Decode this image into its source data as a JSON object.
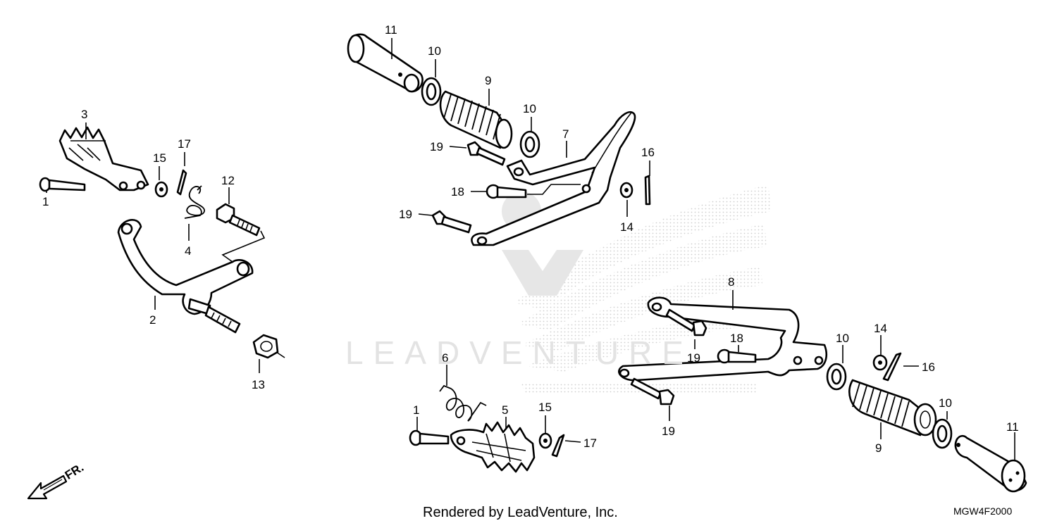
{
  "diagram": {
    "front_indicator": "FR.",
    "watermark": "LEADVENTURE",
    "credit": "Rendered by LeadVenture, Inc.",
    "code": "MGW4F2000",
    "callouts": {
      "c1a": "1",
      "c2": "2",
      "c3": "3",
      "c4": "4",
      "c12": "12",
      "c13": "13",
      "c15a": "15",
      "c17a": "17",
      "c11a": "11",
      "c10a": "10",
      "c9a": "9",
      "c10b": "10",
      "c7": "7",
      "c16a": "16",
      "c14a": "14",
      "c18a": "18",
      "c19a": "19",
      "c19b": "19",
      "c8": "8",
      "c18b": "18",
      "c19c": "19",
      "c19d": "19",
      "c10c": "10",
      "c14b": "14",
      "c16b": "16",
      "c9b": "9",
      "c10d": "10",
      "c11b": "11",
      "c6": "6",
      "c1b": "1",
      "c5": "5",
      "c15b": "15",
      "c17b": "17"
    }
  }
}
